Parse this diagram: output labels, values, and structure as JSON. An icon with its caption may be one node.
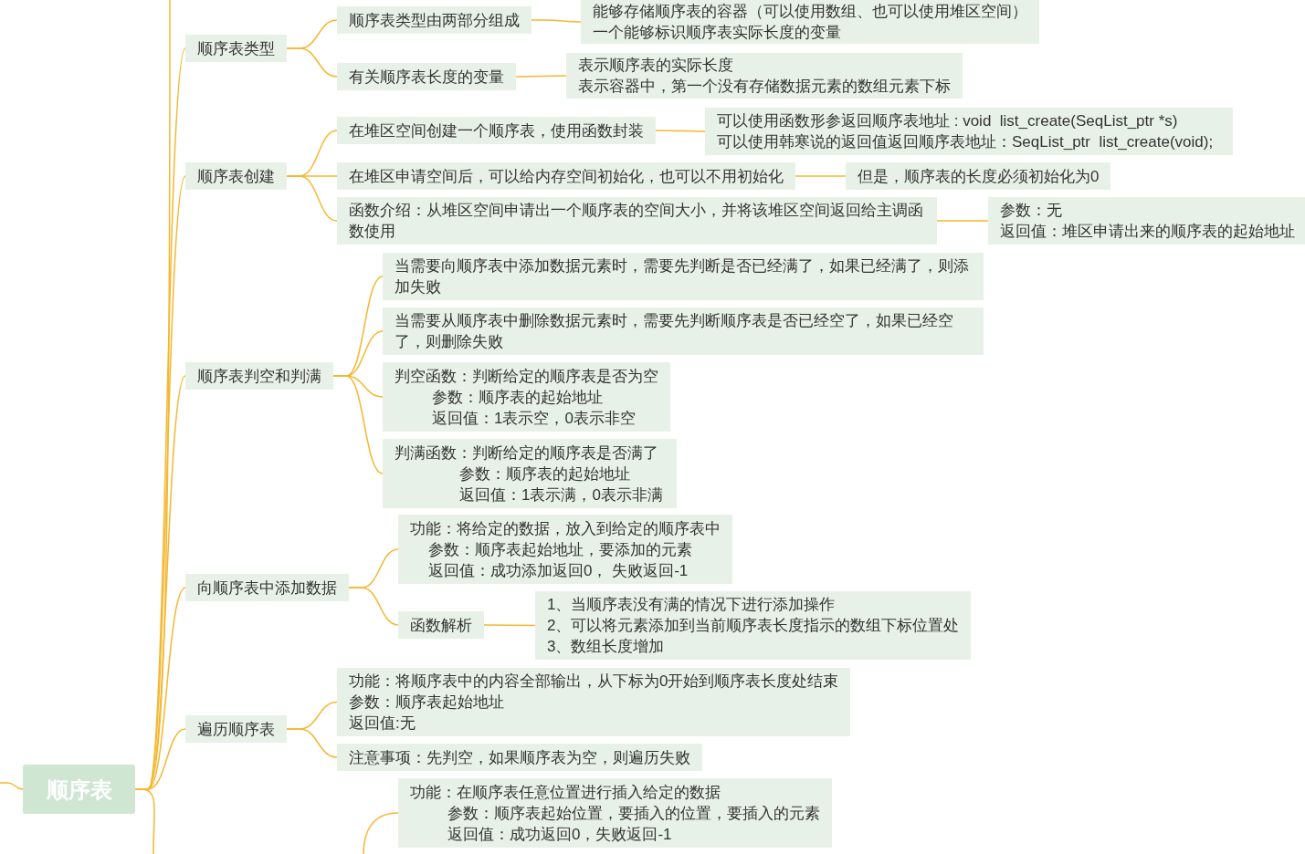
{
  "diagram": {
    "nodes": [
      {
        "text": [
          "顺序表"
        ]
      },
      {
        "text": [
          "顺序表类型"
        ]
      },
      {
        "text": [
          "顺序表类型由两部分组成"
        ]
      },
      {
        "text": [
          "能够存储顺序表的容器（可以使用数组、也可以使用堆区空间）",
          "一个能够标识顺序表实际长度的变量"
        ]
      },
      {
        "text": [
          "有关顺序表长度的变量"
        ]
      },
      {
        "text": [
          "表示顺序表的实际长度",
          "表示容器中，第一个没有存储数据元素的数组元素下标"
        ]
      },
      {
        "text": [
          "顺序表创建"
        ]
      },
      {
        "text": [
          "在堆区空间创建一个顺序表，使用函数封装"
        ]
      },
      {
        "text": [
          "可以使用函数形参返回顺序表地址 : void  list_create(SeqList_ptr *s)",
          "可以使用韩寒说的返回值返回顺序表地址：SeqList_ptr  list_create(void);"
        ]
      },
      {
        "text": [
          "在堆区申请空间后，可以给内存空间初始化，也可以不用初始化"
        ]
      },
      {
        "text": [
          "但是，顺序表的长度必须初始化为0"
        ]
      },
      {
        "text": [
          "函数介绍：从堆区空间申请出一个顺序表的空间大小，并将该堆区空间返回给主调函数使用"
        ]
      },
      {
        "text": [
          "参数：无",
          "返回值：堆区申请出来的顺序表的起始地址"
        ]
      },
      {
        "text": [
          "顺序表判空和判满"
        ]
      },
      {
        "text": [
          "当需要向顺序表中添加数据元素时，需要先判断是否已经满了，如果已经满了，则添加失败"
        ]
      },
      {
        "text": [
          "当需要从顺序表中删除数据元素时，需要先判断顺序表是否已经空了，如果已经空了，则删除失败"
        ]
      },
      {
        "text": [
          "判空函数：判断给定的顺序表是否为空",
          "参数：顺序表的起始地址",
          "返回值：1表示空，0表示非空"
        ]
      },
      {
        "text": [
          "判满函数：判断给定的顺序表是否满了",
          "参数：顺序表的起始地址",
          "返回值：1表示满，0表示非满"
        ]
      },
      {
        "text": [
          "向顺序表中添加数据"
        ]
      },
      {
        "text": [
          "功能：将给定的数据，放入到给定的顺序表中",
          "参数：顺序表起始地址，要添加的元素",
          "返回值：成功添加返回0， 失败返回-1"
        ]
      },
      {
        "text": [
          "函数解析"
        ]
      },
      {
        "text": [
          "1、当顺序表没有满的情况下进行添加操作",
          "2、可以将元素添加到当前顺序表长度指示的数组下标位置处",
          "3、数组长度增加"
        ]
      },
      {
        "text": [
          "遍历顺序表"
        ]
      },
      {
        "text": [
          "功能：将顺序表中的内容全部输出，从下标为0开始到顺序表长度处结束",
          "参数：顺序表起始地址",
          "返回值:无"
        ]
      },
      {
        "text": [
          "注意事项：先判空，如果顺序表为空，则遍历失败"
        ]
      },
      {
        "text": [
          "功能：在顺序表任意位置进行插入给定的数据",
          "参数：顺序表起始位置，要插入的位置，要插入的元素",
          "返回值：成功返回0，失败返回-1"
        ]
      }
    ],
    "edges": [
      {
        "from": 0,
        "to": 1,
        "arrow": "none"
      },
      {
        "from": 1,
        "to": 2,
        "arrow": "none"
      },
      {
        "from": 2,
        "to": 3,
        "arrow": "none"
      },
      {
        "from": 1,
        "to": 4,
        "arrow": "none"
      },
      {
        "from": 4,
        "to": 5,
        "arrow": "none"
      },
      {
        "from": 0,
        "to": 6,
        "arrow": "none"
      },
      {
        "from": 6,
        "to": 7,
        "arrow": "none"
      },
      {
        "from": 7,
        "to": 8,
        "arrow": "none"
      },
      {
        "from": 6,
        "to": 9,
        "arrow": "none"
      },
      {
        "from": 9,
        "to": 10,
        "arrow": "none"
      },
      {
        "from": 6,
        "to": 11,
        "arrow": "none"
      },
      {
        "from": 11,
        "to": 12,
        "arrow": "none"
      },
      {
        "from": 0,
        "to": 13,
        "arrow": "none"
      },
      {
        "from": 13,
        "to": 14,
        "arrow": "none"
      },
      {
        "from": 13,
        "to": 15,
        "arrow": "none"
      },
      {
        "from": 13,
        "to": 16,
        "arrow": "none"
      },
      {
        "from": 13,
        "to": 17,
        "arrow": "none"
      },
      {
        "from": 0,
        "to": 18,
        "arrow": "none"
      },
      {
        "from": 18,
        "to": 19,
        "arrow": "none"
      },
      {
        "from": 18,
        "to": 20,
        "arrow": "none"
      },
      {
        "from": 20,
        "to": 21,
        "arrow": "none"
      },
      {
        "from": 0,
        "to": 22,
        "arrow": "none"
      },
      {
        "from": 22,
        "to": 23,
        "arrow": "none"
      },
      {
        "from": 22,
        "to": 24,
        "arrow": "none"
      },
      {
        "from": null,
        "to": 0,
        "arrow": "none"
      },
      {
        "from": 0,
        "to": null,
        "arrow": "none"
      },
      {
        "from": 0,
        "to": null,
        "arrow": "none"
      },
      {
        "from": null,
        "to": 25,
        "arrow": "none"
      }
    ]
  }
}
